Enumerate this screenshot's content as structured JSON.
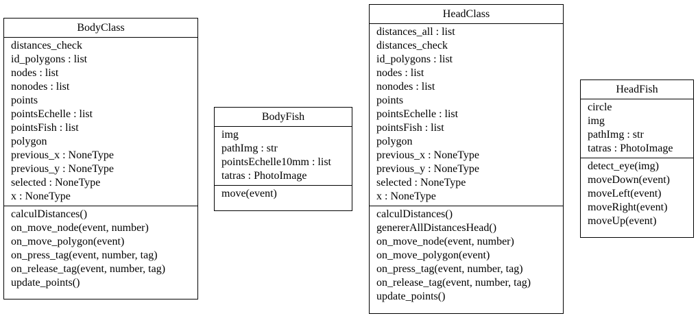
{
  "classes": {
    "body_class": {
      "name": "BodyClass",
      "attributes": [
        "distances_check",
        "id_polygons : list",
        "nodes : list",
        "nonodes : list",
        "points",
        "pointsEchelle : list",
        "pointsFish : list",
        "polygon",
        "previous_x : NoneType",
        "previous_y : NoneType",
        "selected : NoneType",
        "x : NoneType"
      ],
      "methods": [
        "calculDistances()",
        "on_move_node(event, number)",
        "on_move_polygon(event)",
        "on_press_tag(event, number, tag)",
        "on_release_tag(event, number, tag)",
        "update_points()"
      ]
    },
    "body_fish": {
      "name": "BodyFish",
      "attributes": [
        "img",
        "pathImg : str",
        "pointsEchelle10mm : list",
        "tatras : PhotoImage"
      ],
      "methods": [
        "move(event)"
      ]
    },
    "head_class": {
      "name": "HeadClass",
      "attributes": [
        "distances_all : list",
        "distances_check",
        "id_polygons : list",
        "nodes : list",
        "nonodes : list",
        "points",
        "pointsEchelle : list",
        "pointsFish : list",
        "polygon",
        "previous_x : NoneType",
        "previous_y : NoneType",
        "selected : NoneType",
        "x : NoneType"
      ],
      "methods": [
        "calculDistances()",
        "genererAllDistancesHead()",
        "on_move_node(event, number)",
        "on_move_polygon(event)",
        "on_press_tag(event, number, tag)",
        "on_release_tag(event, number, tag)",
        "update_points()"
      ]
    },
    "head_fish": {
      "name": "HeadFish",
      "attributes": [
        "circle",
        "img",
        "pathImg : str",
        "tatras : PhotoImage"
      ],
      "methods": [
        "detect_eye(img)",
        "moveDown(event)",
        "moveLeft(event)",
        "moveRight(event)",
        "moveUp(event)"
      ]
    }
  }
}
